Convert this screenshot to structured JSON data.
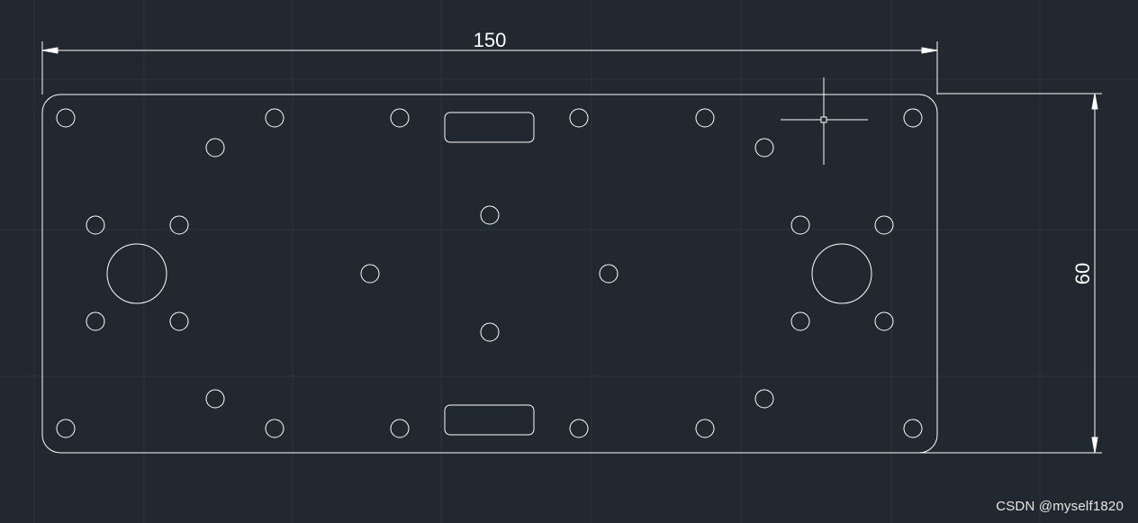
{
  "drawing": {
    "dimension_width_label": "150",
    "dimension_height_label": "60"
  },
  "watermark": {
    "text": "CSDN @myself1820"
  },
  "colors": {
    "background": "#212830",
    "grid": "#2b3440",
    "line": "#ffffff"
  }
}
